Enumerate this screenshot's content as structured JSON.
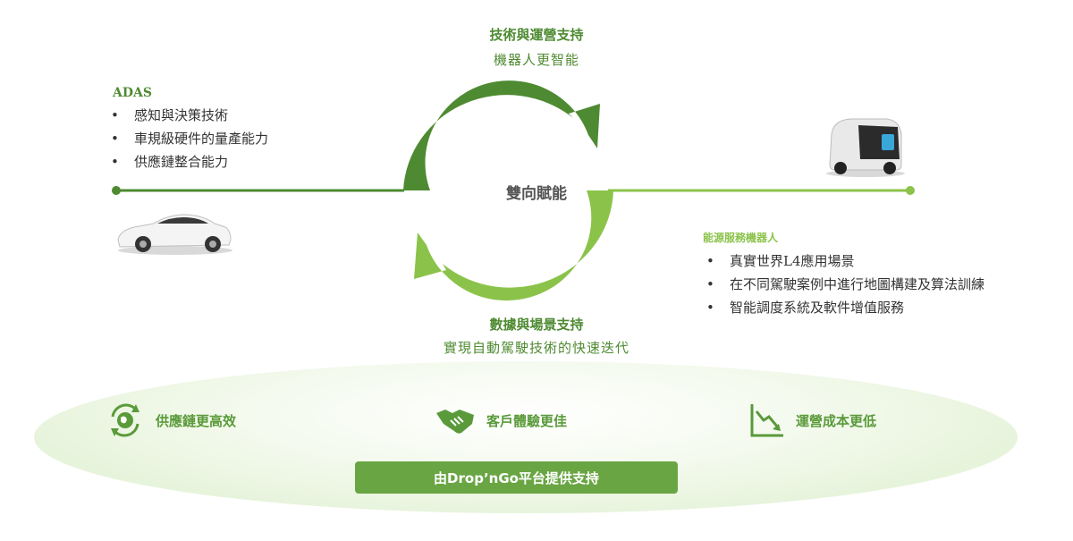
{
  "top": {
    "title": "技術與運營支持",
    "subtitle": "機器人更智能"
  },
  "center": {
    "label": "雙向賦能"
  },
  "bottom": {
    "title": "數據與場景支持",
    "subtitle": "實現自動駕駛技術的快速迭代"
  },
  "left": {
    "title": "ADAS",
    "items": [
      {
        "label": "感知與決策技術"
      },
      {
        "label": "車規級硬件的量產能力"
      },
      {
        "label": "供應鏈整合能力"
      }
    ]
  },
  "right": {
    "title": "能源服務機器人",
    "items": [
      {
        "label": "真實世界L4應用場景"
      },
      {
        "label": "在不同駕駛案例中進行地圖構建及算法訓練"
      },
      {
        "label": "智能調度系統及軟件增值服務"
      }
    ]
  },
  "features": [
    {
      "label": "供應鏈更高效",
      "icon": "globe-cycle-icon"
    },
    {
      "label": "客戶體驗更佳",
      "icon": "handshake-icon"
    },
    {
      "label": "運營成本更低",
      "icon": "decline-chart-icon"
    }
  ],
  "platform": {
    "label": "由Drop’nGo平台提供支持"
  },
  "colors": {
    "dark_green": "#4e8a31",
    "light_green": "#8bc34a",
    "button": "#6aa544"
  }
}
